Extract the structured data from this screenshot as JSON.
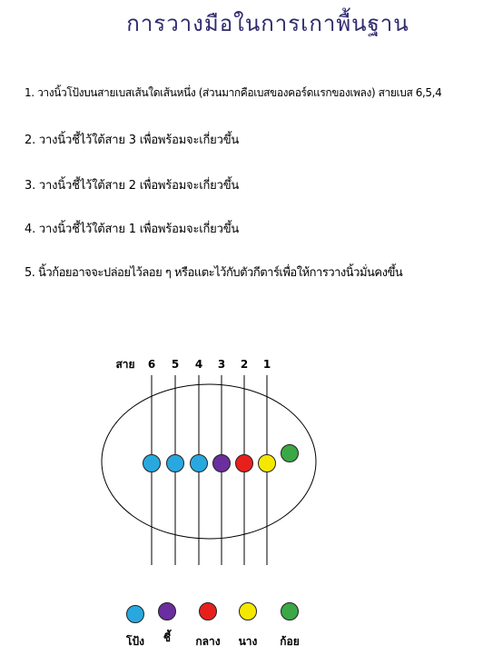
{
  "title": "การวางมือในการเกาพื้นฐาน",
  "steps": [
    "1. วางนิ้วโป้งบนสายเบสเส้นใดเส้นหนึ่ง (ส่วนมากคือเบสของคอร์ดแรกของเพลง) สายเบส 6,5,4",
    "2. วางนิ้วชี้ไว้ใต้สาย 3 เพื่อพร้อมจะเกี่ยวขึ้น",
    "3. วางนิ้วชี้ไว้ใต้สาย 2 เพื่อพร้อมจะเกี่ยวขึ้น",
    "4. วางนิ้วชี้ไว้ใต้สาย 1 เพื่อพร้อมจะเกี่ยวขึ้น",
    "5. นิ้วก้อยอาจจะปล่อยไว้ลอย ๆ หรือแตะไว้กับตัวกีตาร์เพื่อให้การวางนิ้วมั่นคงขึ้น"
  ],
  "diagram": {
    "string_word": "สาย",
    "strings": [
      "6",
      "5",
      "4",
      "3",
      "2",
      "1"
    ],
    "dots": [
      {
        "string": "6",
        "finger": "thumb",
        "color": "#29a8e0"
      },
      {
        "string": "5",
        "finger": "thumb",
        "color": "#29a8e0"
      },
      {
        "string": "4",
        "finger": "thumb",
        "color": "#29a8e0"
      },
      {
        "string": "3",
        "finger": "index",
        "color": "#6a2e9e"
      },
      {
        "string": "2",
        "finger": "middle",
        "color": "#e8201d"
      },
      {
        "string": "1",
        "finger": "ring",
        "color": "#f5e800"
      },
      {
        "string": "",
        "finger": "pinky",
        "color": "#3aa845"
      }
    ]
  },
  "legend": [
    {
      "finger": "thumb",
      "label": "โป้ง",
      "color": "#29a8e0"
    },
    {
      "finger": "index",
      "label": "ชี้",
      "color": "#6a2e9e"
    },
    {
      "finger": "middle",
      "label": "กลาง",
      "color": "#e8201d"
    },
    {
      "finger": "ring",
      "label": "นาง",
      "color": "#f5e800"
    },
    {
      "finger": "pinky",
      "label": "ก้อย",
      "color": "#3aa845"
    }
  ],
  "colors": {
    "title": "#2e2a6e"
  }
}
